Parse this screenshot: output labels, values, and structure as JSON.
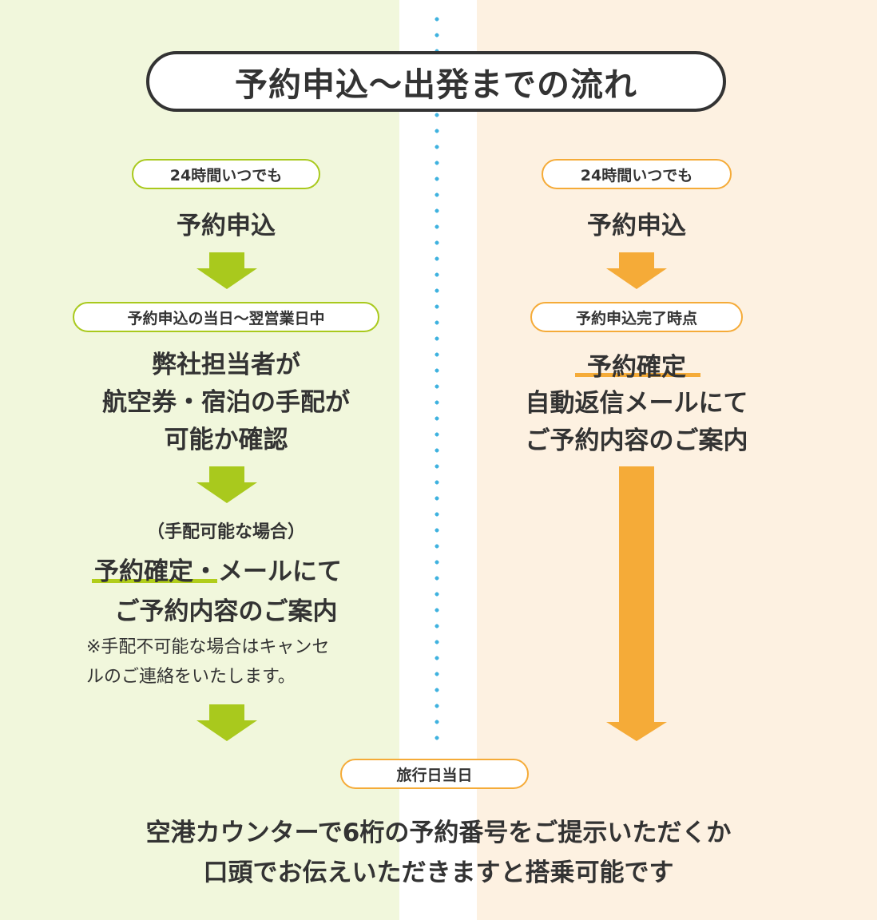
{
  "title": "予約申込〜出発までの流れ",
  "left": {
    "pill1": "24時間いつでも",
    "step1": "予約申込",
    "pill2": "予約申込の当日〜翌営業日中",
    "step2": [
      "弊社担当者が",
      "航空券・宿泊の手配が",
      "可能か確認"
    ],
    "condition": "（手配可能な場合）",
    "step3_line1_highlight": "予約確定",
    "step3_line1_rest": "・メールにて",
    "step3_line2": "ご予約内容のご案内",
    "note": [
      "※手配不可能な場合はキャンセ",
      "ルのご連絡をいたします。"
    ]
  },
  "right": {
    "pill1": "24時間いつでも",
    "step1": "予約申込",
    "pill2": "予約申込完了時点",
    "step2_highlight": "予約確定",
    "step2": [
      "自動返信メールにて",
      "ご予約内容のご案内"
    ]
  },
  "bottom": {
    "pill": "旅行日当日",
    "text": [
      "空港カウンターで6桁の予約番号をご提示いただくか",
      "口頭でお伝えいただきますと搭乗可能です"
    ]
  },
  "colors": {
    "left_bg": "#f1f7dc",
    "right_bg": "#fdf1e1",
    "green": "#a9c91d",
    "orange": "#f5ab38",
    "divider": "#3fb2df",
    "text": "#333333"
  }
}
